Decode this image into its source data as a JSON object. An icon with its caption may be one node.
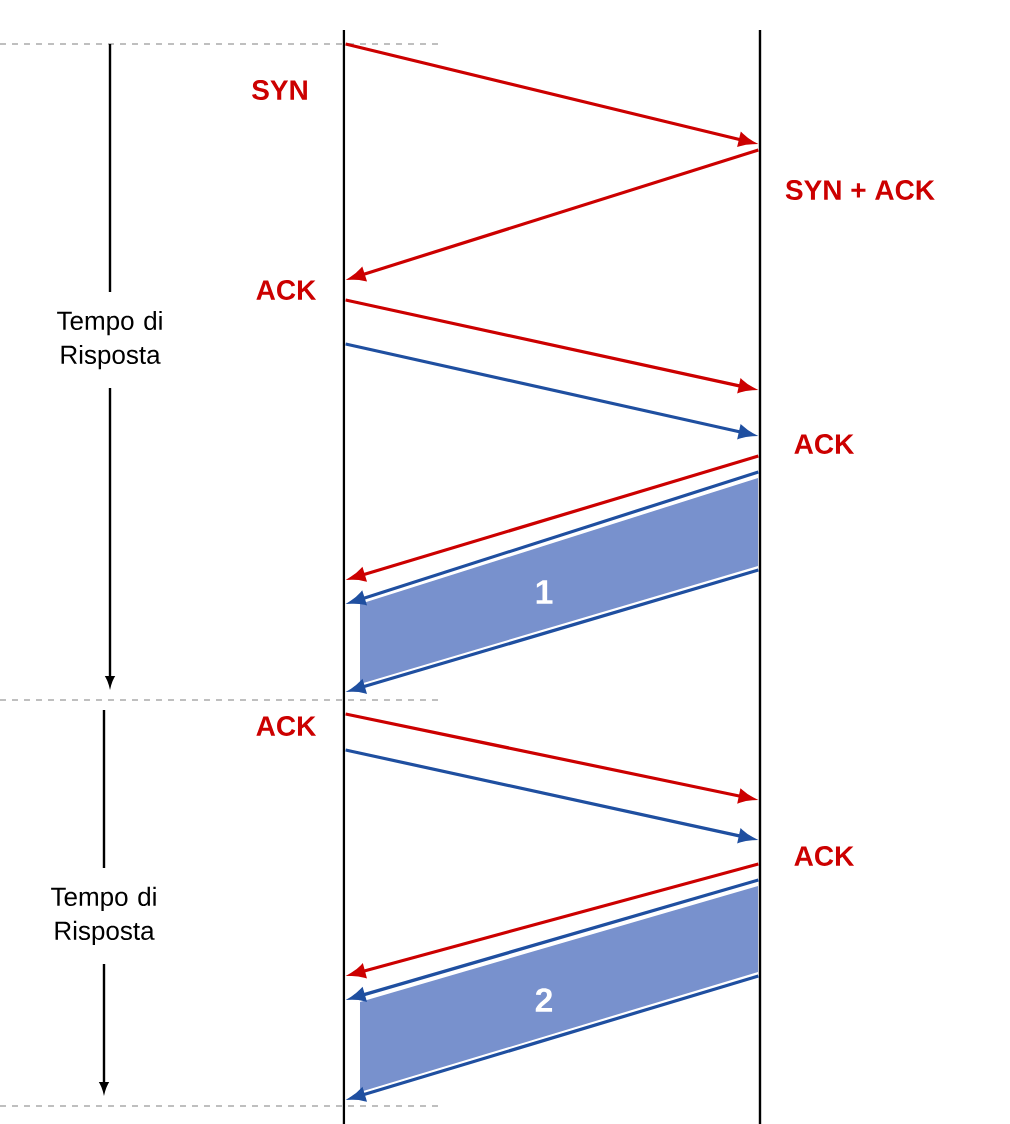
{
  "diagram": {
    "nodes": [
      {
        "text": [],
        "shape": "bar"
      },
      {
        "text": [],
        "shape": "bar"
      },
      {
        "text": [
          "1"
        ]
      },
      {
        "text": [
          "2"
        ]
      }
    ],
    "edges": [
      {
        "from": 0,
        "to": 1,
        "arrow": "to",
        "label": "SYN"
      },
      {
        "from": 1,
        "to": 0,
        "arrow": "to",
        "label": "SYN + ACK"
      },
      {
        "from": 0,
        "to": 1,
        "arrow": "to",
        "label": "ACK"
      },
      {
        "from": 0,
        "to": 1,
        "arrow": "to",
        "color": "#1f4fa0"
      },
      {
        "from": 1,
        "to": 0,
        "arrow": "to",
        "label": "ACK"
      },
      {
        "from": 1,
        "to": 0,
        "arrow": "to",
        "color": "#1f4fa0"
      },
      {
        "from": 1,
        "to": 0,
        "arrow": "to",
        "color": "#1f4fa0"
      },
      {
        "from": 0,
        "to": 1,
        "arrow": "to",
        "label": "ACK"
      },
      {
        "from": 0,
        "to": 1,
        "arrow": "to",
        "color": "#1f4fa0"
      },
      {
        "from": 1,
        "to": 0,
        "arrow": "to",
        "label": "ACK"
      },
      {
        "from": 1,
        "to": 0,
        "arrow": "to",
        "color": "#1f4fa0"
      },
      {
        "from": 1,
        "to": 0,
        "arrow": "to",
        "color": "#1f4fa0"
      }
    ],
    "labels": [
      "Tempo di Risposta",
      "Tempo di Risposta"
    ]
  }
}
